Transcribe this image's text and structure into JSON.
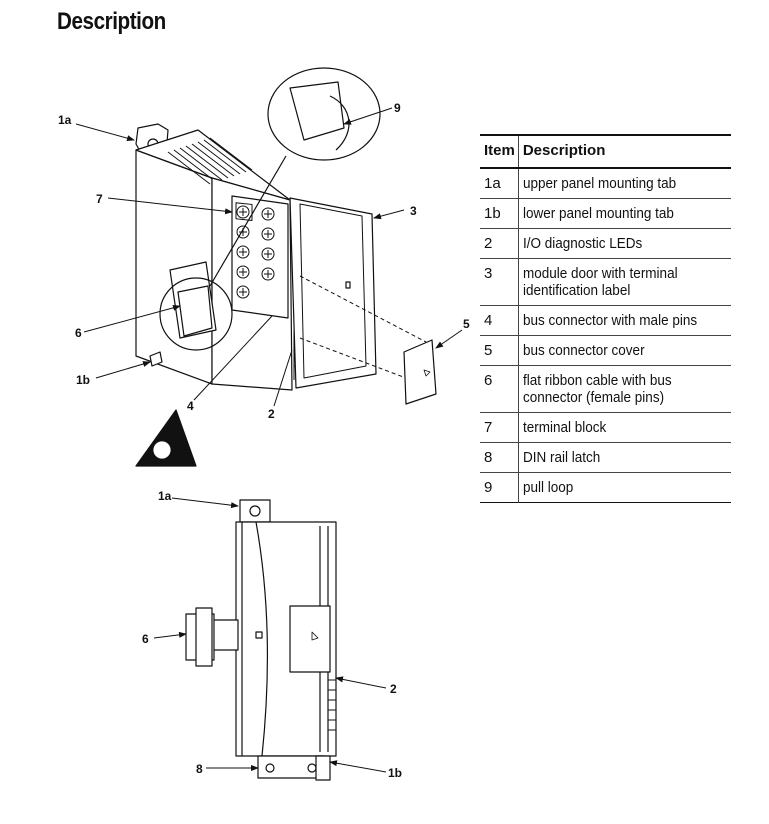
{
  "page": {
    "title": "Description"
  },
  "figure": {
    "callouts": {
      "top_1a": "1a",
      "top_7": "7",
      "top_9": "9",
      "top_3": "3",
      "top_5": "5",
      "top_6": "6",
      "top_1b": "1b",
      "top_4": "4",
      "top_2": "2",
      "bottom_1a": "1a",
      "bottom_6": "6",
      "bottom_2": "2",
      "bottom_8": "8",
      "bottom_1b": "1b"
    }
  },
  "table": {
    "headers": [
      "Item",
      "Description"
    ],
    "rows": [
      {
        "item": "1a",
        "description": "upper panel mounting tab"
      },
      {
        "item": "1b",
        "description": "lower panel mounting tab"
      },
      {
        "item": "2",
        "description": "I/O diagnostic LEDs"
      },
      {
        "item": "3",
        "description": "module door with terminal identification label"
      },
      {
        "item": "4",
        "description": "bus connector with male pins"
      },
      {
        "item": "5",
        "description": "bus connector cover"
      },
      {
        "item": "6",
        "description": "flat ribbon cable with bus connector (female pins)"
      },
      {
        "item": "7",
        "description": "terminal block"
      },
      {
        "item": "8",
        "description": "DIN rail latch"
      },
      {
        "item": "9",
        "description": "pull loop"
      }
    ]
  }
}
